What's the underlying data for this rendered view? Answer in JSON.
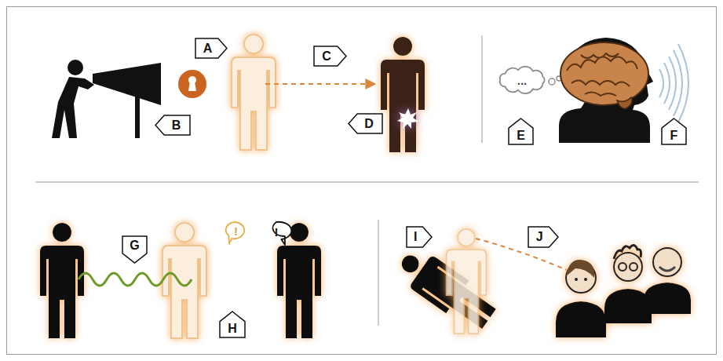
{
  "diagram": {
    "nodes": [
      {
        "text": [
          "A"
        ]
      },
      {
        "text": [
          "B"
        ]
      },
      {
        "text": [
          "C"
        ]
      },
      {
        "text": [
          "D"
        ]
      },
      {
        "text": [
          "..."
        ]
      },
      {
        "text": [
          "E"
        ]
      },
      {
        "text": [
          "F"
        ]
      },
      {
        "text": [
          "G"
        ]
      },
      {
        "text": [
          "!"
        ]
      },
      {
        "text": [
          "H"
        ]
      },
      {
        "text": [
          "!"
        ]
      },
      {
        "text": [
          "I"
        ]
      },
      {
        "text": [
          "J"
        ]
      }
    ]
  }
}
